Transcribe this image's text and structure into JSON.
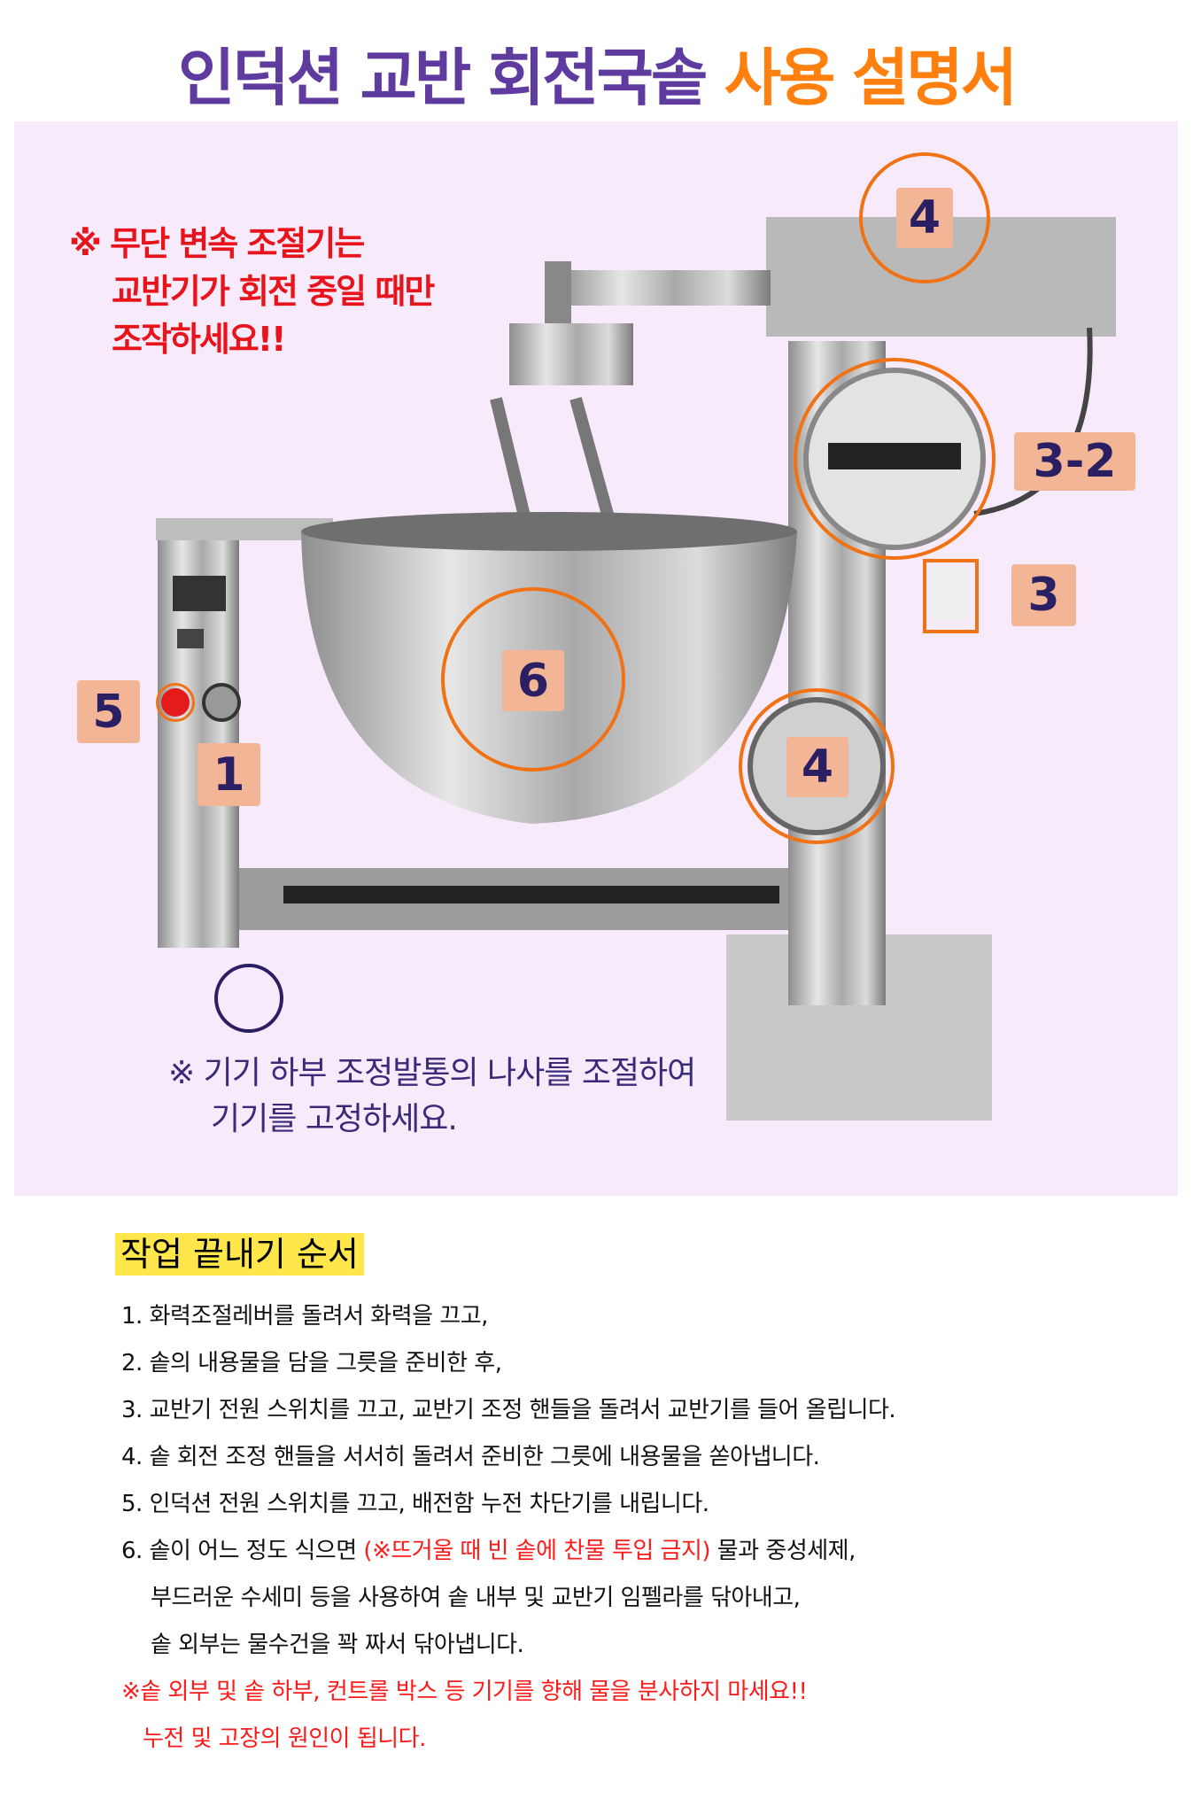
{
  "title": {
    "part1": "인덕션 교반 회전국솥",
    "part2": "사용 설명서"
  },
  "diagram": {
    "warning_lines": [
      "※ 무단 변속 조절기는",
      "교반기가 회전 중일 때만",
      "조작하세요!!"
    ],
    "labels": {
      "top_handle": "4",
      "motor": "3-2",
      "switch": "3",
      "pot": "6",
      "side_handle": "4",
      "emergency": "5",
      "power": "1"
    },
    "bottom_note": [
      "※ 기기 하부 조정발통의 나사를 조절하여",
      "기기를 고정하세요."
    ]
  },
  "instructions": {
    "heading": "작업 끝내기 순서",
    "steps": [
      "1. 화력조절레버를 돌려서 화력을 끄고,",
      "2. 솥의 내용물을 담을 그릇을 준비한 후,",
      "3. 교반기 전원 스위치를 끄고, 교반기 조정 핸들을 돌려서 교반기를 들어 올립니다.",
      "4. 솥 회전 조정 핸들을 서서히 돌려서 준비한 그릇에 내용물을 쏟아냅니다.",
      "5. 인덕션 전원 스위치를 끄고, 배전함 누전 차단기를 내립니다."
    ],
    "step6": {
      "prefix": "6. 솥이 어느 정도 식으면 ",
      "warning": "(※뜨거울 때 빈 솥에 찬물 투입 금지)",
      "suffix": " 물과 중성세제,"
    },
    "step6_cont": [
      "부드러운 수세미 등을 사용하여 솥 내부 및 교반기 임펠라를 닦아내고,",
      "솥 외부는 물수건을 꽉 짜서 닦아냅니다."
    ],
    "caution": [
      "※솥 외부 및 솥 하부, 컨트롤 박스 등 기기를 향해 물을 분사하지 마세요!!",
      "누전 및 고장의 원인이 됩니다."
    ]
  }
}
